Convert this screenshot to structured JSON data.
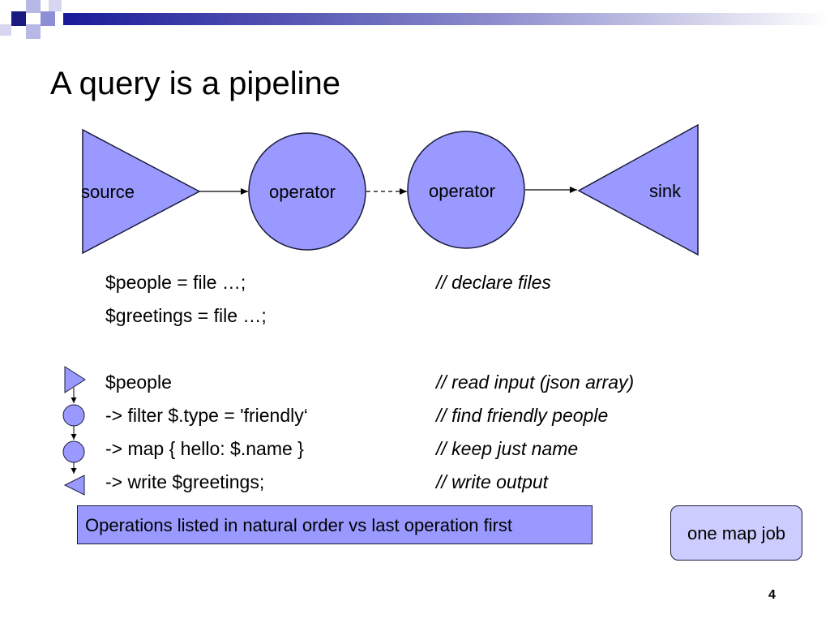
{
  "slide": {
    "title": "A query is a pipeline",
    "page_number": "4"
  },
  "diagram": {
    "source_label": "source",
    "operator1_label": "operator",
    "operator2_label": "operator",
    "sink_label": "sink",
    "fill_color": "#9999ff"
  },
  "code_lines": [
    {
      "code": "$people = file …;",
      "comment_slashes": "//",
      "comment_text": "declare files"
    },
    {
      "code": "$greetings = file …;",
      "comment_slashes": "",
      "comment_text": ""
    },
    {
      "code": "$people",
      "comment_slashes": "//",
      "comment_text": "read input (json array)"
    },
    {
      "code": "-> filter $.type = 'friendly‘",
      "comment_slashes": "//",
      "comment_text": "find friendly people"
    },
    {
      "code": "-> map { hello: $.name }",
      "comment_slashes": "//",
      "comment_text": "keep just name"
    },
    {
      "code": "-> write $greetings;",
      "comment_slashes": "//",
      "comment_text": "write output"
    }
  ],
  "notes": {
    "order_note": "Operations listed in natural order vs last operation first",
    "job_note": "one map job"
  }
}
